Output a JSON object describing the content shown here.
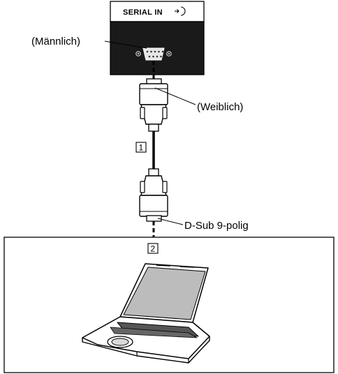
{
  "panel": {
    "port_label": "SERIAL IN",
    "port_icon": "serial-in-arrow-icon",
    "panel_color": "#1a1a1a"
  },
  "labels": {
    "male": "(Männlich)",
    "female": "(Weiblich)",
    "dsub": "D-Sub 9-polig"
  },
  "markers": {
    "cable": "1",
    "computer": "2"
  },
  "computer_icon": "laptop-icon",
  "cable_icon": "serial-cable-icon"
}
